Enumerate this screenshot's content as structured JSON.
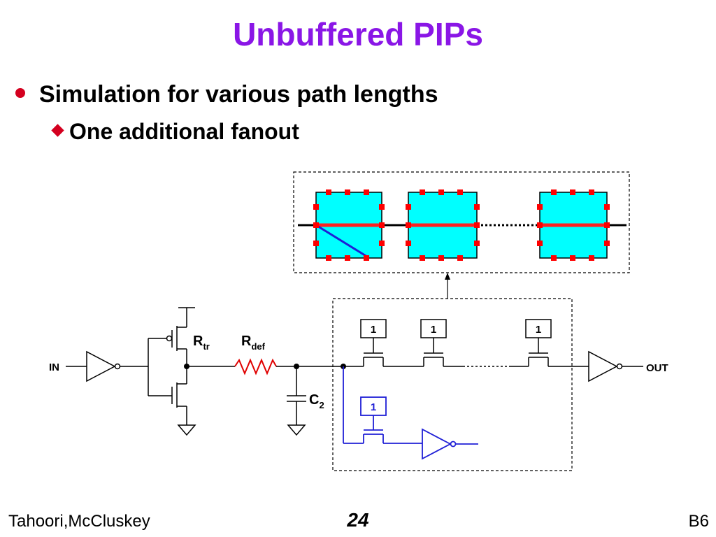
{
  "slide": {
    "title": "Unbuffered PIPs",
    "bullet": "Simulation for various path lengths",
    "subbullet": "One additional fanout"
  },
  "circuit": {
    "in_label": "IN",
    "out_label": "OUT",
    "rtr_main": "R",
    "rtr_sub": "tr",
    "rdef_main": "R",
    "rdef_sub": "def",
    "cap_main": "C",
    "cap_sub": "2",
    "load_label": "1"
  },
  "footer": {
    "left": "Tahoori,McCluskey",
    "center": "24",
    "right": "B6"
  },
  "colors": {
    "title": "#8a16e6",
    "bullet": "#d4001f",
    "switch_box": "#00ffff",
    "pin": "#ff0000",
    "fanout_wire": "#1f1fd6",
    "resistor": "#e00000"
  }
}
